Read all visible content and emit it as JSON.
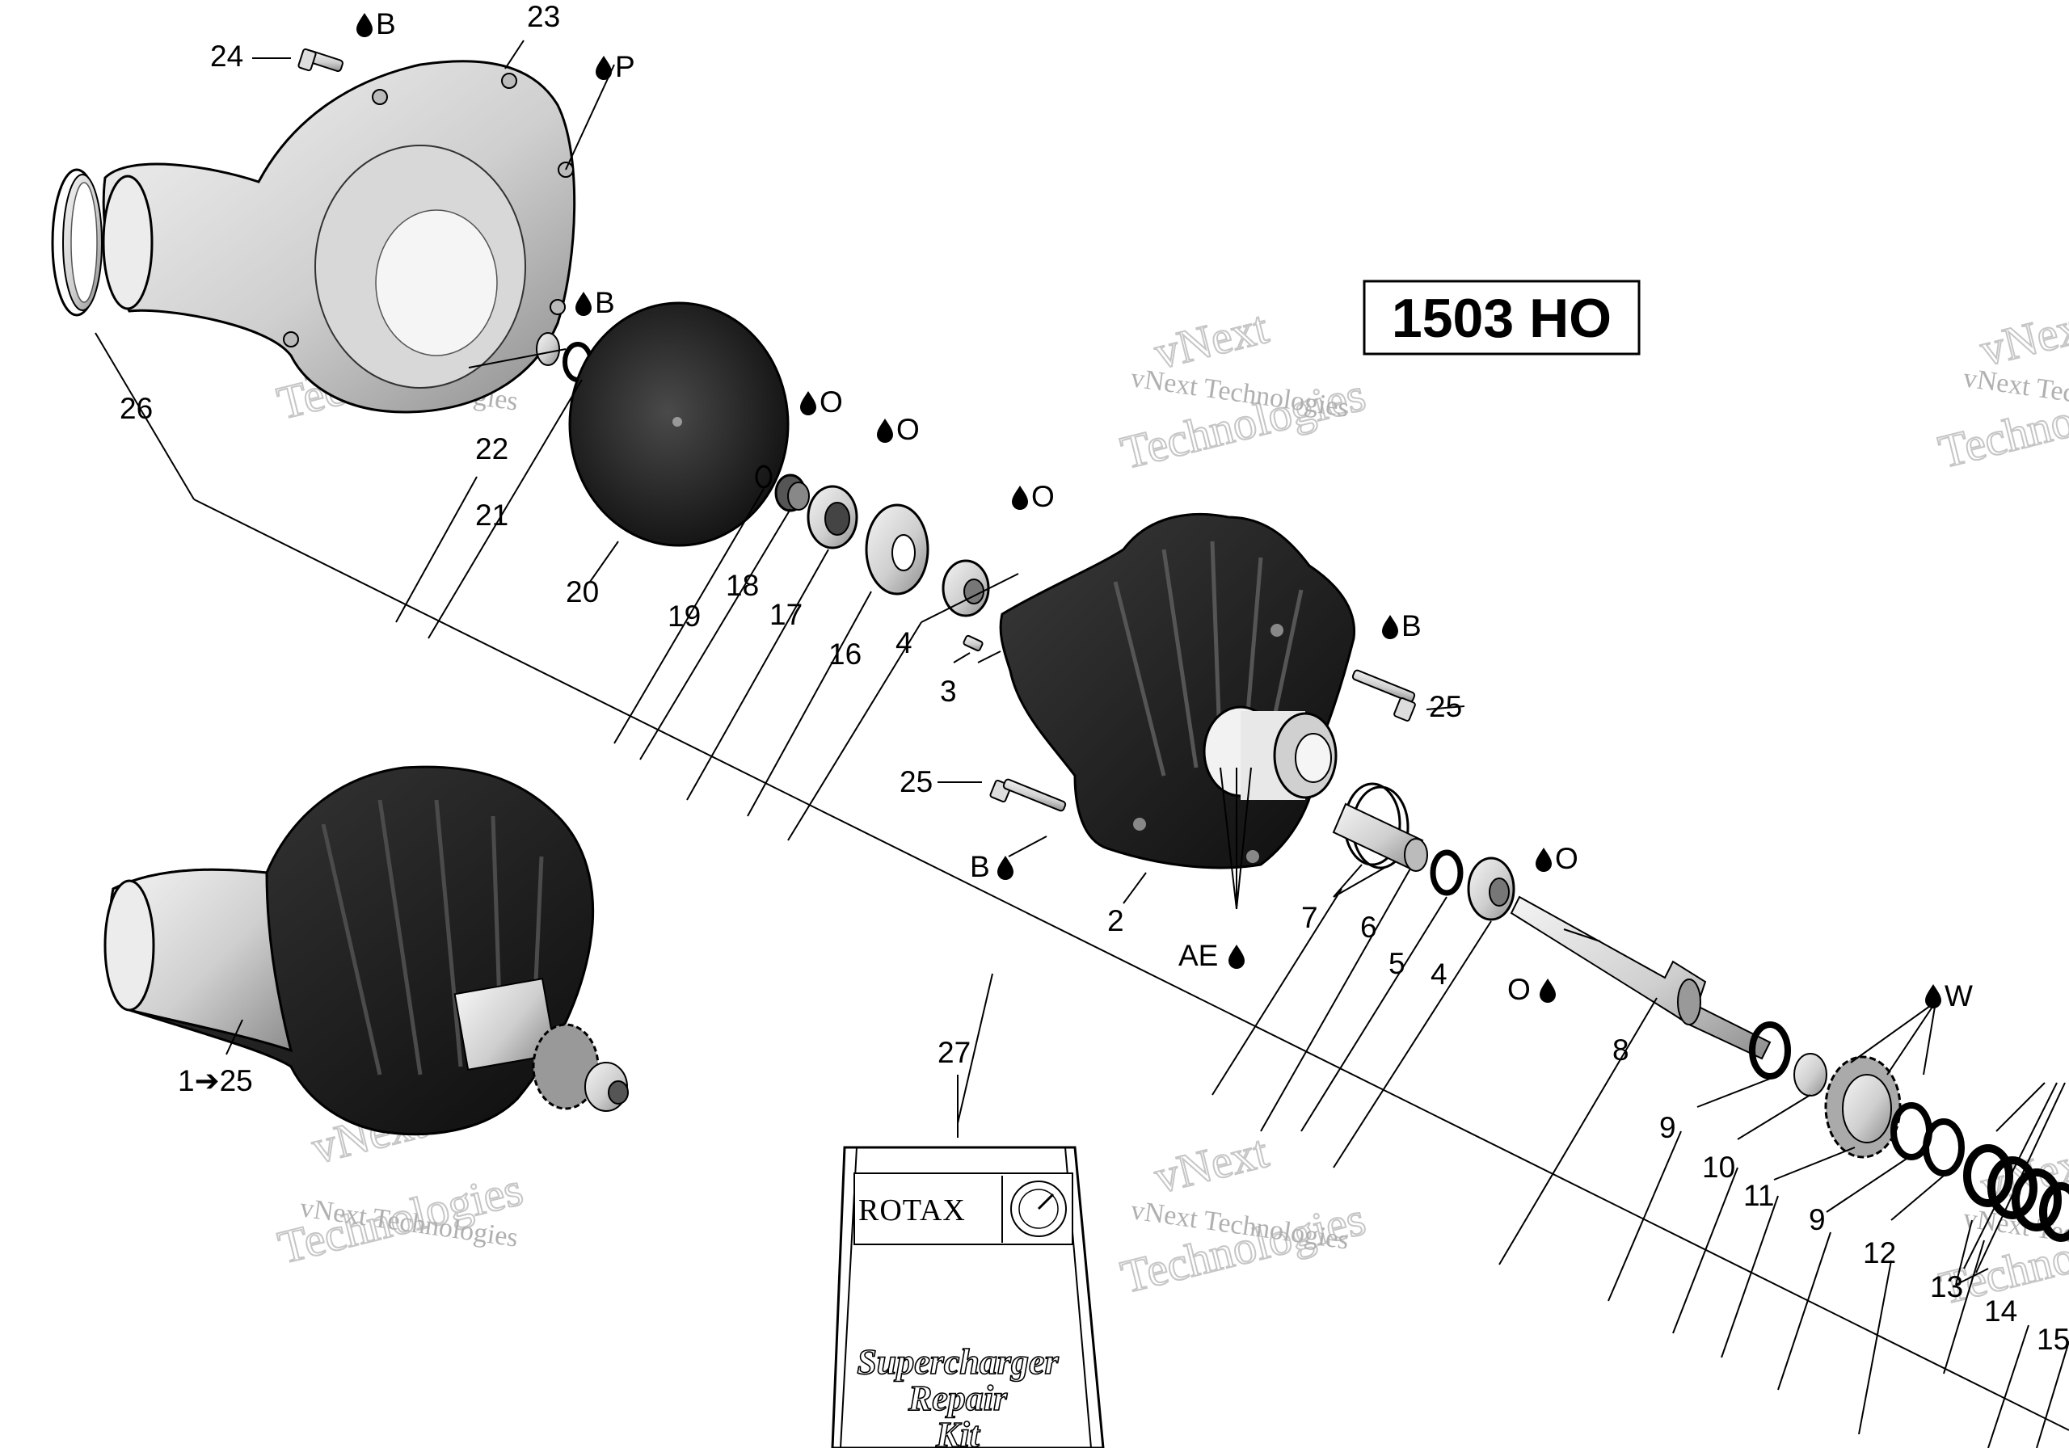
{
  "model_label": "1503 HO",
  "watermark": {
    "line1": "vNext Technologies",
    "big_word1": "vNext",
    "big_word2": "Technologies"
  },
  "kit": {
    "brand": "ROTAX",
    "line1": "Supercharger",
    "line2": "Repair",
    "line3": "Kit"
  },
  "callouts": {
    "c1": "1➔25",
    "c2": "2",
    "c3": "3",
    "c4a": "4",
    "c4b": "4",
    "c5": "5",
    "c6": "6",
    "c7": "7",
    "c8": "8",
    "c9a": "9",
    "c9b": "9",
    "c10": "10",
    "c11": "11",
    "c12": "12",
    "c13": "13",
    "c14": "14",
    "c15": "15",
    "c16": "16",
    "c17": "17",
    "c18": "18",
    "c19": "19",
    "c20": "20",
    "c21": "21",
    "c22": "22",
    "c23": "23",
    "c24": "24",
    "c25a": "25",
    "c25b": "25",
    "c26": "26",
    "c27": "27"
  },
  "lubricants": {
    "l_b1": "B",
    "l_p": "P",
    "l_b2": "B",
    "l_o1": "O",
    "l_o2": "O",
    "l_o3": "O",
    "l_b3": "B",
    "l_b4": "B",
    "l_ae": "AE",
    "l_o4": "O",
    "l_o5": "O",
    "l_w": "W"
  },
  "icons": [
    "drop-icon"
  ]
}
